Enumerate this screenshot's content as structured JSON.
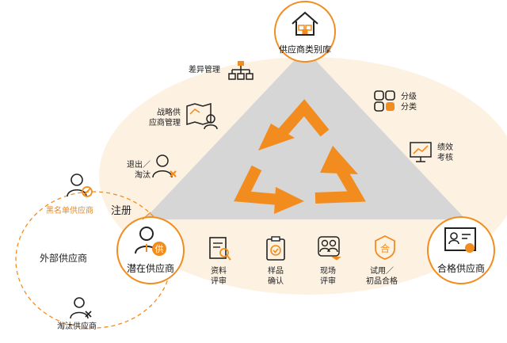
{
  "colors": {
    "accent": "#f28c1e",
    "ellipse_fill": "#fdf1e2",
    "triangle_fill": "#d6d6d6",
    "icon_stroke": "#222222"
  },
  "hubs": {
    "top": "供应商类别库",
    "left": "潜在供应商",
    "right": "合格供应商"
  },
  "top_side_items": [
    {
      "label": "差异管理",
      "icon": "hierarchy-icon"
    },
    {
      "label": "战略供\n应商管理",
      "icon": "strategy-map-icon"
    },
    {
      "label": "退出／\n淘汰",
      "icon": "user-x-icon"
    },
    {
      "label": "分级\n分类",
      "icon": "grid-icon"
    },
    {
      "label": "绩效\n考核",
      "icon": "growth-chart-icon"
    }
  ],
  "register_label": "注册",
  "bottom_steps": [
    {
      "label": "资料\n评审",
      "icon": "document-search-icon"
    },
    {
      "label": "样品\n确认",
      "icon": "clipboard-check-icon"
    },
    {
      "label": "现场\n评审",
      "icon": "team-review-icon"
    },
    {
      "label": "试用／\n初品合格",
      "icon": "badge-he-icon"
    }
  ],
  "outer": {
    "blacklist": "黑名单供应商",
    "external": "外部供应商",
    "eliminated": "淘汰供应商"
  },
  "center_icon": "recycle-arrows-icon"
}
